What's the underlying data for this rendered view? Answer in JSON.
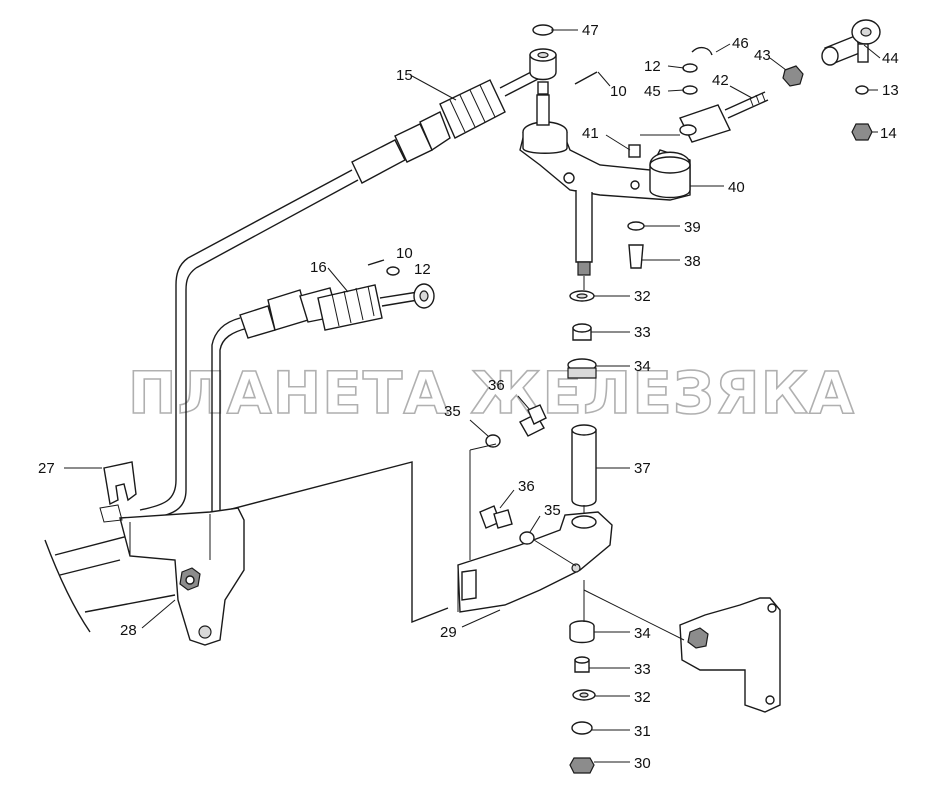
{
  "watermark": "ПЛАНЕТА ЖЕЛЕЗЯКА",
  "callouts": {
    "c47": "47",
    "c46": "46",
    "c44": "44",
    "c43": "43",
    "c42": "42",
    "c12a": "12",
    "c45": "45",
    "c10a": "10",
    "c15": "15",
    "c13": "13",
    "c41": "41",
    "c14": "14",
    "c40": "40",
    "c39": "39",
    "c38": "38",
    "c16": "16",
    "c10b": "10",
    "c12b": "12",
    "c32a": "32",
    "c33a": "33",
    "c34a": "34",
    "c36a": "36",
    "c35a": "35",
    "c37": "37",
    "c27": "27",
    "c36b": "36",
    "c35b": "35",
    "c28": "28",
    "c29": "29",
    "c34b": "34",
    "c33b": "33",
    "c32b": "32",
    "c31": "31",
    "c30": "30"
  },
  "icons": {
    "lever": "shift-lever-icon",
    "cable": "control-cable-icon",
    "bracket": "mounting-bracket-icon",
    "bushing": "bushing-icon",
    "washer": "washer-icon",
    "nut": "nut-icon",
    "bolt": "bolt-icon",
    "pin": "pin-icon",
    "ball_joint": "ball-joint-icon"
  }
}
